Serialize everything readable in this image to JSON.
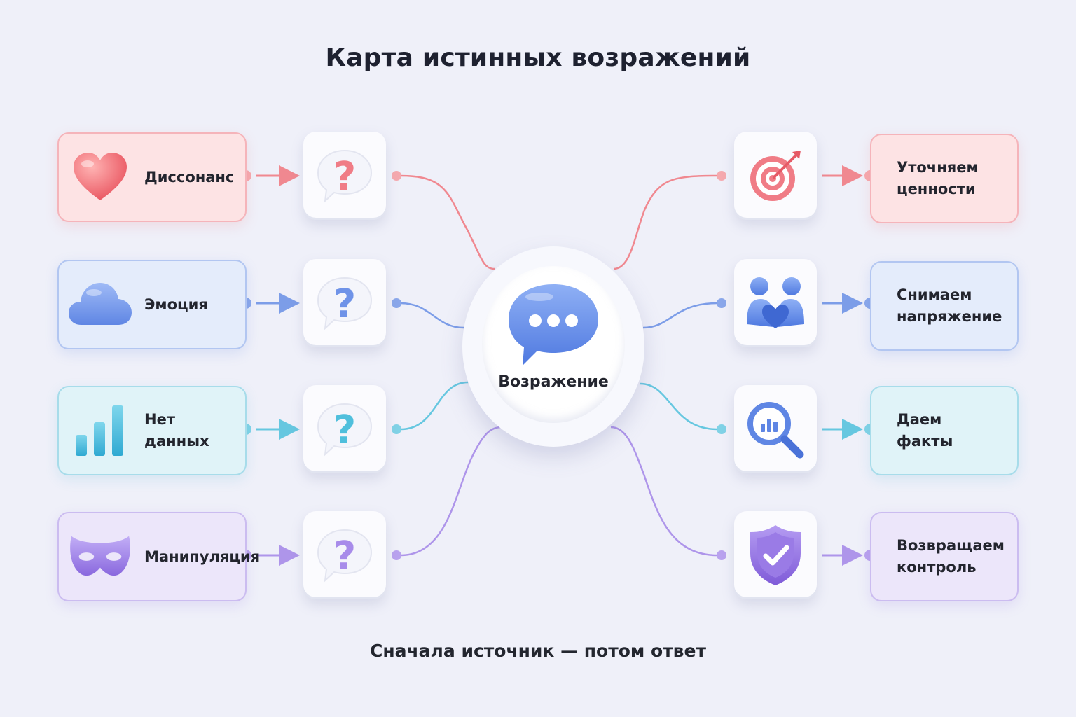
{
  "title": "Карта истинных возражений",
  "center": {
    "label": "Возражение",
    "icon": "chat-bubble-icon"
  },
  "sources": [
    {
      "label": "Диссонанс",
      "icon": "heart-icon",
      "color": "#f07c86"
    },
    {
      "label": "Эмоция",
      "icon": "cloud-icon",
      "color": "#6f93e8"
    },
    {
      "lines": [
        "Нет",
        "данных"
      ],
      "icon": "bar-chart-icon",
      "color": "#59c3de"
    },
    {
      "label": "Манипуляция",
      "icon": "mask-icon",
      "color": "#a88cea"
    }
  ],
  "responses": [
    {
      "lines": [
        "Уточняем",
        "ценности"
      ],
      "icon": "target-icon",
      "color": "#f07c86"
    },
    {
      "lines": [
        "Снимаем",
        "напряжение"
      ],
      "icon": "people-heart-icon",
      "color": "#6f93e8"
    },
    {
      "lines": [
        "Даем",
        "факты"
      ],
      "icon": "magnifier-chart-icon",
      "color": "#59c3de"
    },
    {
      "lines": [
        "Возвращаем",
        "контроль"
      ],
      "icon": "shield-check-icon",
      "color": "#a88cea"
    }
  ],
  "caption": "Сначала источник — потом ответ"
}
